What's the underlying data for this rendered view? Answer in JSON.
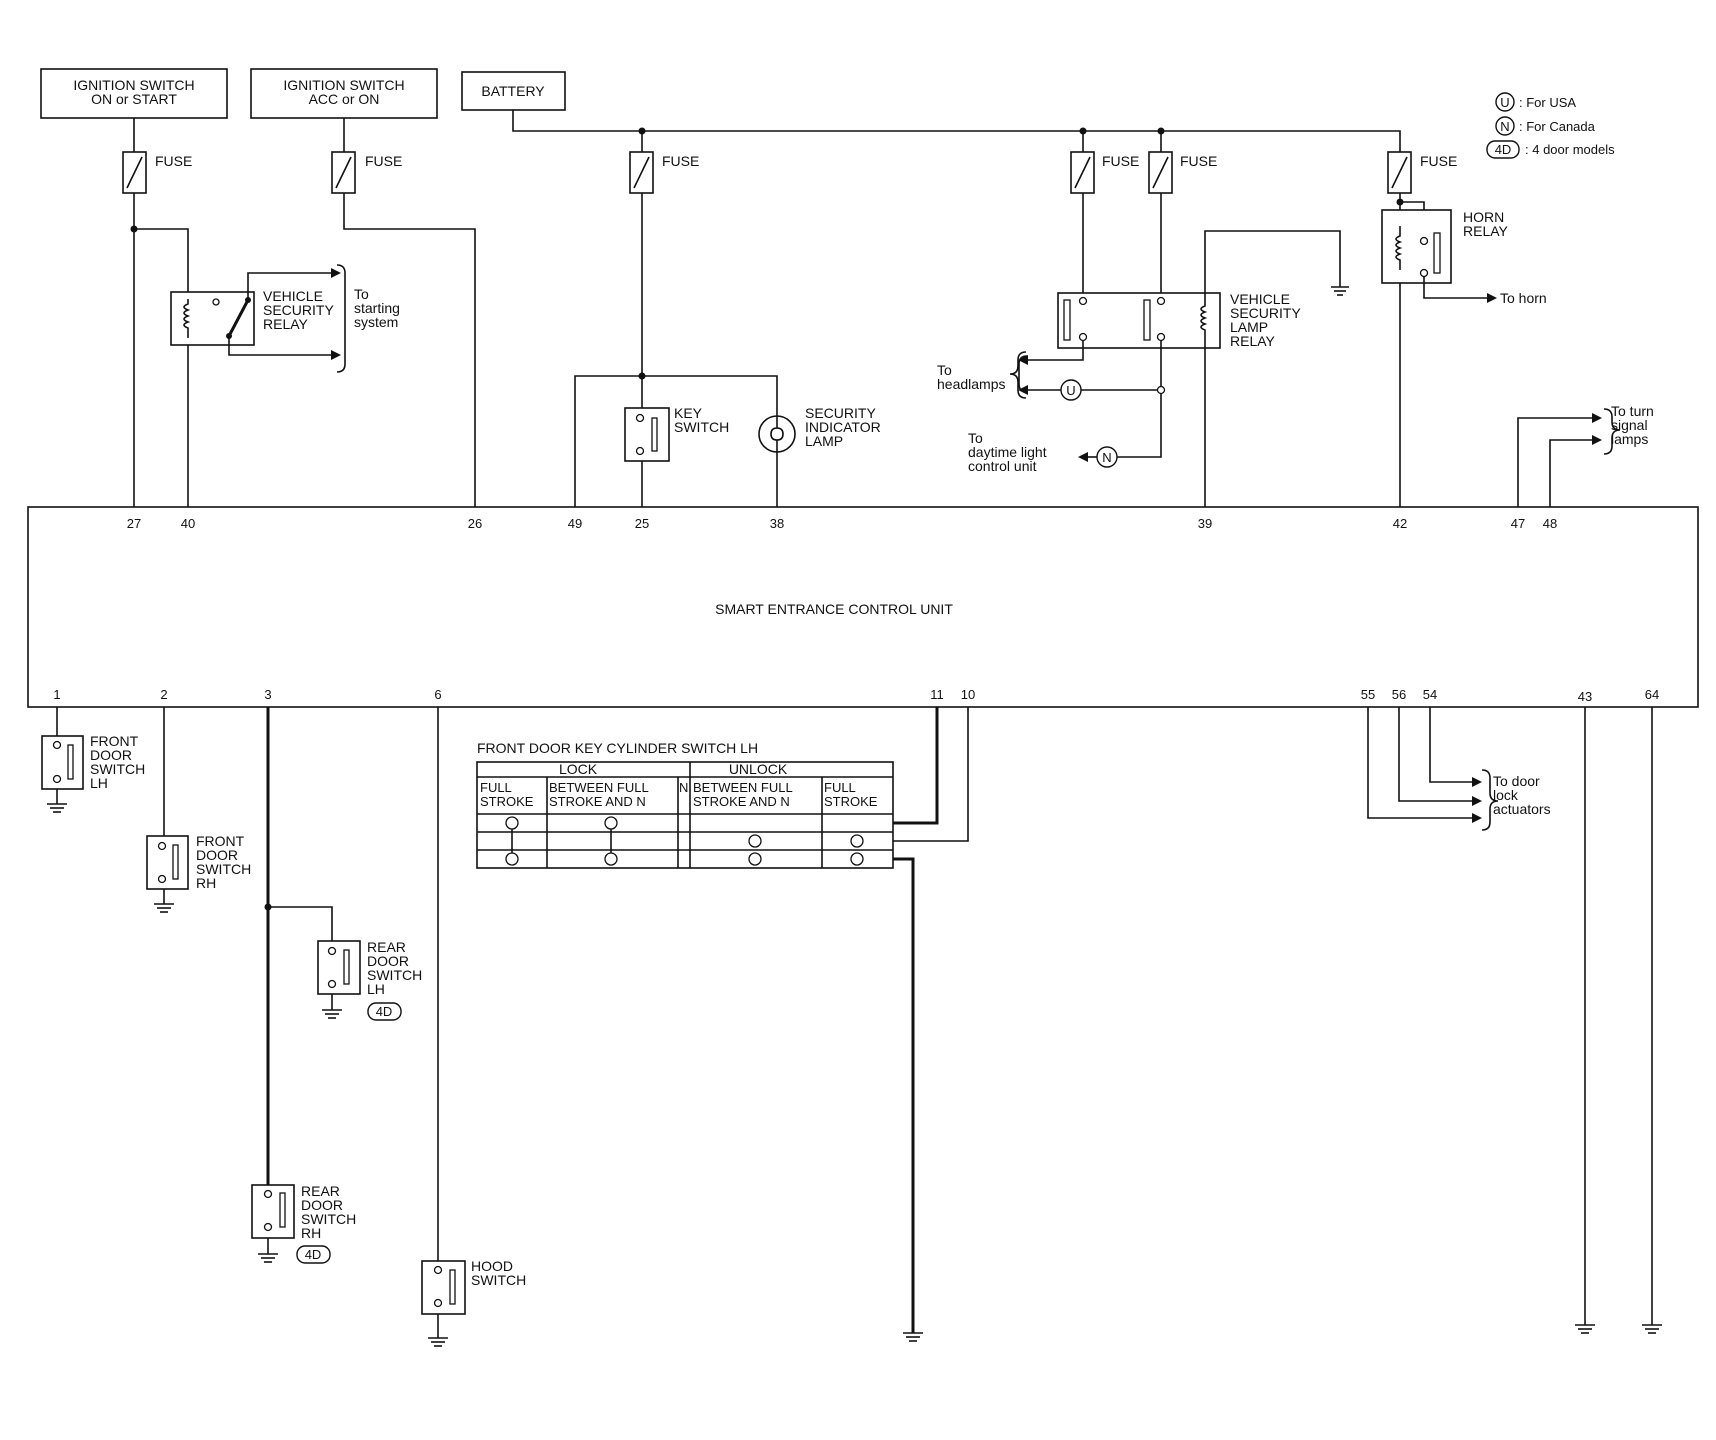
{
  "sources": {
    "ign_on": [
      "IGNITION SWITCH",
      "ON or START"
    ],
    "ign_acc": [
      "IGNITION SWITCH",
      "ACC or ON"
    ],
    "battery": "BATTERY"
  },
  "fuse_label": "FUSE",
  "legend": {
    "u_symbol": "U",
    "u_text": ": For USA",
    "n_symbol": "N",
    "n_text": ": For Canada",
    "d_symbol": "4D",
    "d_text": ": 4 door models"
  },
  "components": {
    "vehicle_security_relay": [
      "VEHICLE",
      "SECURITY",
      "RELAY"
    ],
    "to_starting": [
      "To",
      "starting",
      "system"
    ],
    "key_switch": [
      "KEY",
      "SWITCH"
    ],
    "security_lamp": [
      "SECURITY",
      "INDICATOR",
      "LAMP"
    ],
    "lamp_relay": [
      "VEHICLE",
      "SECURITY",
      "LAMP",
      "RELAY"
    ],
    "horn_relay": [
      "HORN",
      "RELAY"
    ],
    "to_horn": "To horn",
    "to_headlamps": [
      "To",
      "headlamps"
    ],
    "to_daytime": [
      "To",
      "daytime light",
      "control unit"
    ],
    "to_turn": [
      "To turn",
      "signal",
      "lamps"
    ],
    "to_door_lock": [
      "To door",
      "lock",
      "actuators"
    ],
    "control_unit": "SMART ENTRANCE CONTROL UNIT",
    "front_door_lh": [
      "FRONT",
      "DOOR",
      "SWITCH",
      "LH"
    ],
    "front_door_rh": [
      "FRONT",
      "DOOR",
      "SWITCH",
      "RH"
    ],
    "rear_door_lh": [
      "REAR",
      "DOOR",
      "SWITCH",
      "LH"
    ],
    "rear_door_rh": [
      "REAR",
      "DOOR",
      "SWITCH",
      "RH"
    ],
    "hood_switch": [
      "HOOD",
      "SWITCH"
    ]
  },
  "pins_top": [
    "27",
    "40",
    "26",
    "49",
    "25",
    "38",
    "39",
    "42",
    "47",
    "48"
  ],
  "pins_bottom": [
    "1",
    "2",
    "3",
    "6",
    "11",
    "10",
    "55",
    "56",
    "54",
    "43",
    "64"
  ],
  "cylinder_table": {
    "title": "FRONT DOOR KEY CYLINDER SWITCH LH",
    "lock": "LOCK",
    "unlock": "UNLOCK",
    "columns": [
      [
        "FULL",
        "STROKE"
      ],
      [
        "BETWEEN FULL",
        "STROKE AND N"
      ],
      [
        "N"
      ],
      [
        "BETWEEN FULL",
        "STROKE AND N"
      ],
      [
        "FULL",
        "STROKE"
      ]
    ]
  }
}
